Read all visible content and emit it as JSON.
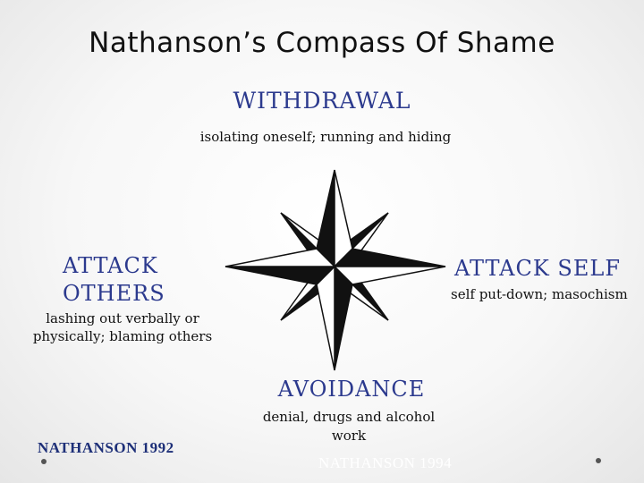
{
  "title": "Nathanson’s Compass Of Shame",
  "directions": {
    "withdrawal": {
      "label": "WITHDRAWAL",
      "description": "isolating oneself; running and hiding"
    },
    "attack_others": {
      "label_line1": "ATTACK",
      "label_line2": "OTHERS",
      "description_line1": "lashing out verbally or",
      "description_line2": "physically; blaming others"
    },
    "attack_self": {
      "label": "ATTACK SELF",
      "description": "self put-down; masochism"
    },
    "avoidance": {
      "label": "AVOIDANCE",
      "description_line1": "denial, drugs and alcohol",
      "description_line2": "work"
    }
  },
  "citations": {
    "left": "NATHANSON 1992",
    "right": "NATHANSON 1994"
  },
  "colors": {
    "direction_label": "#2c3a8e",
    "citation_left": "#1d2f78",
    "compass": "#111111"
  },
  "icons": [
    "compass-rose-icon"
  ]
}
